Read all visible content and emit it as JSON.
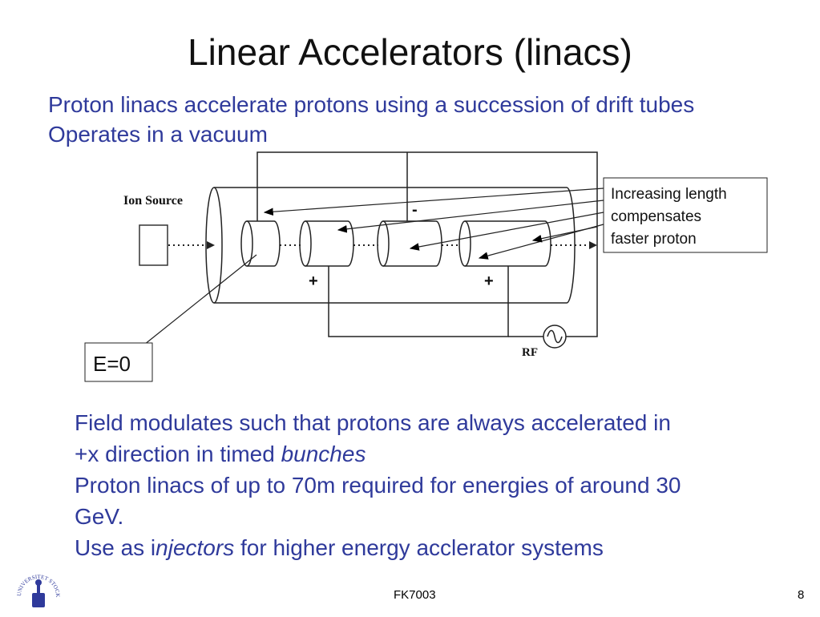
{
  "slide": {
    "title": "Linear Accelerators (linacs)",
    "intro_lines": [
      "Proton linacs accelerate protons using a succession of drift tubes",
      "Operates in a vacuum"
    ],
    "diagram": {
      "ion_source_label": "Ion Source",
      "callout_lines": [
        "Increasing length",
        "compensates",
        "faster proton"
      ],
      "efield_label": "E=0",
      "rf_label": "RF",
      "plus_sign": "+",
      "minus_sign": "-"
    },
    "body": {
      "line1": "Field modulates such that protons are always accelerated in",
      "line2_pre": "+x direction in timed ",
      "line2_em": "bunches",
      "line3": "Proton linacs of up to 70m required for energies of around 30",
      "line4": "GeV.",
      "line5_pre": "Use as i",
      "line5_em": "njectors",
      "line5_post": " for higher energy acclerator systems"
    },
    "footer": {
      "course": "FK7003",
      "page": "8"
    },
    "logo_text": "UNIVERSITET STOCKHOLMS"
  }
}
